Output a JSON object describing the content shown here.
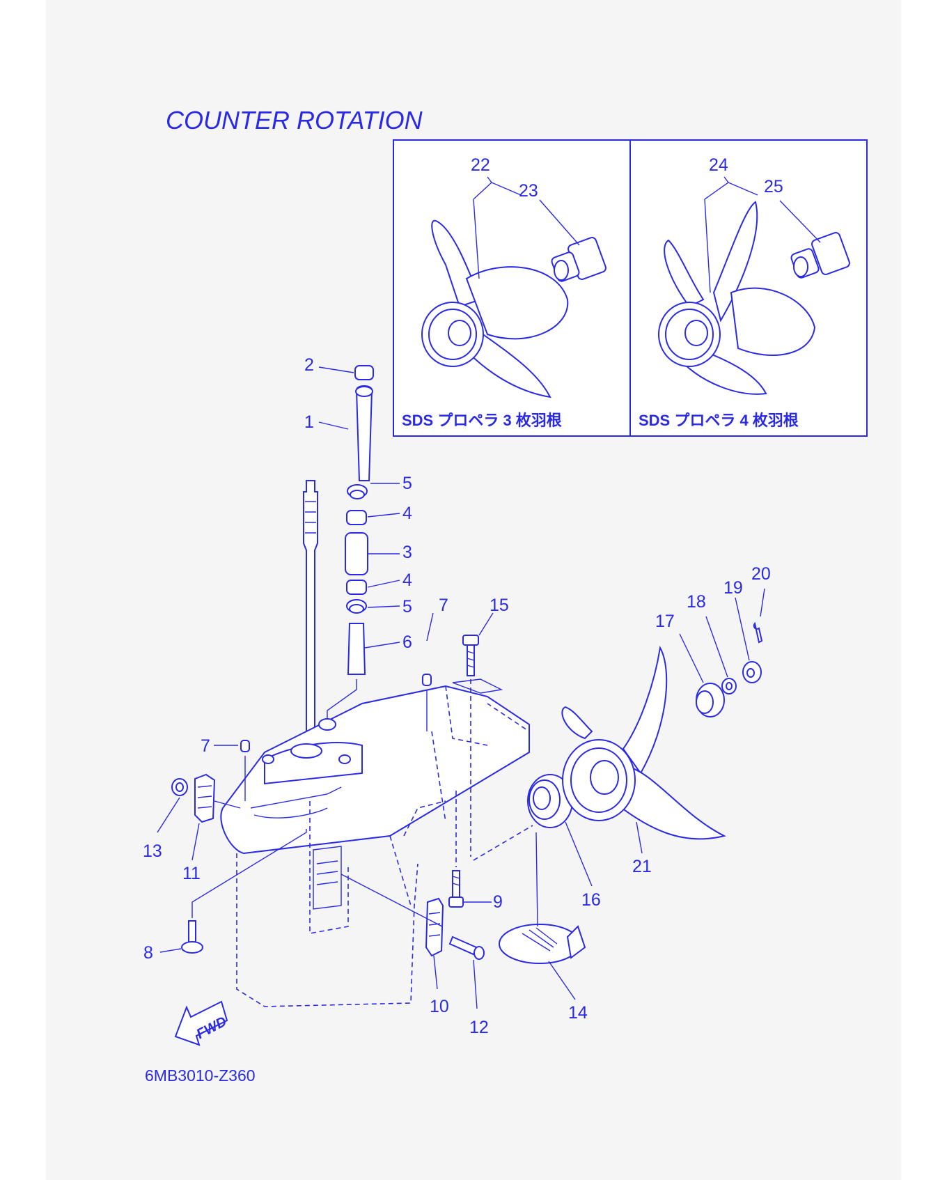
{
  "title": "COUNTER  ROTATION",
  "diagram_code": "6MB3010-Z360",
  "fwd_label": "FWD",
  "inset_captions": [
    "SDS プロペラ 3 枚羽根",
    "SDS プロペラ 4 枚羽根"
  ],
  "callouts": {
    "c1": "1",
    "c2": "2",
    "c3": "3",
    "c4a": "4",
    "c4b": "4",
    "c5a": "5",
    "c5b": "5",
    "c6": "6",
    "c7a": "7",
    "c7b": "7",
    "c8": "8",
    "c9": "9",
    "c10": "10",
    "c11": "11",
    "c12": "12",
    "c13": "13",
    "c14": "14",
    "c15": "15",
    "c16": "16",
    "c17": "17",
    "c18": "18",
    "c19": "19",
    "c20": "20",
    "c21": "21",
    "c22": "22",
    "c23": "23",
    "c24": "24",
    "c25": "25"
  },
  "colors": {
    "ink": "#2a2ae6",
    "paper": "#f5f5f5",
    "background": "#ffffff"
  }
}
